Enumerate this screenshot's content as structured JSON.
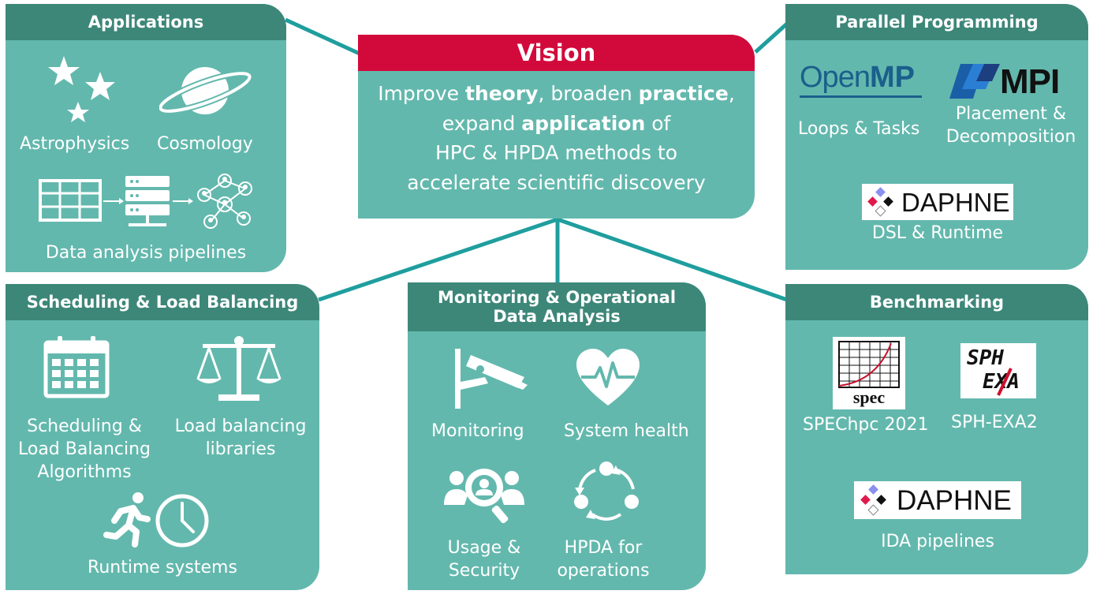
{
  "colors": {
    "panel": "#63b8ad",
    "header": "#3d8779",
    "vision_header": "#d20a3c",
    "text": "#ffffff",
    "connector": "#1f9e9e"
  },
  "vision": {
    "title": "Vision",
    "line1_a": "Improve ",
    "line1_b": "theory",
    "line1_c": ", broaden ",
    "line1_d": "practice",
    "line1_e": ",",
    "line2_a": "expand ",
    "line2_b": "application",
    "line2_c": " of",
    "line3": "HPC & HPDA methods to",
    "line4": "accelerate scientific discovery"
  },
  "applications": {
    "title": "Applications",
    "items": [
      "Astrophysics",
      "Cosmology",
      "Data analysis pipelines"
    ],
    "icons": [
      "stars-icon",
      "planet-icon",
      "table-icon",
      "server-icon",
      "network-icon"
    ]
  },
  "parallel": {
    "title": "Parallel Programming",
    "logos": {
      "openmp_a": "Open",
      "openmp_b": "MP",
      "mpi": "MPI",
      "daphne": "DAPHNE"
    },
    "items": [
      "Loops & Tasks",
      "Placement &",
      "Decomposition",
      "DSL & Runtime"
    ]
  },
  "scheduling": {
    "title": "Scheduling & Load Balancing",
    "items": [
      "Scheduling &",
      "Load Balancing",
      "Algorithms",
      "Load balancing",
      "libraries",
      "Runtime systems"
    ],
    "icons": [
      "calendar-icon",
      "scales-icon",
      "runner-icon",
      "clock-icon"
    ]
  },
  "monitoring": {
    "title_1": "Monitoring & Operational",
    "title_2": "Data Analysis",
    "items": [
      "Monitoring",
      "System health",
      "Usage &",
      "Security",
      "HPDA for",
      "operations"
    ],
    "icons": [
      "camera-icon",
      "heart-icon",
      "users-search-icon",
      "cycle-icon"
    ]
  },
  "benchmarking": {
    "title": "Benchmarking",
    "logos": {
      "spec": "spec",
      "sph_1": "SPH",
      "sph_2": "EXA",
      "daphne": "DAPHNE"
    },
    "items": [
      "SPEChpc 2021",
      "SPH-EXA2",
      "IDA pipelines"
    ]
  }
}
